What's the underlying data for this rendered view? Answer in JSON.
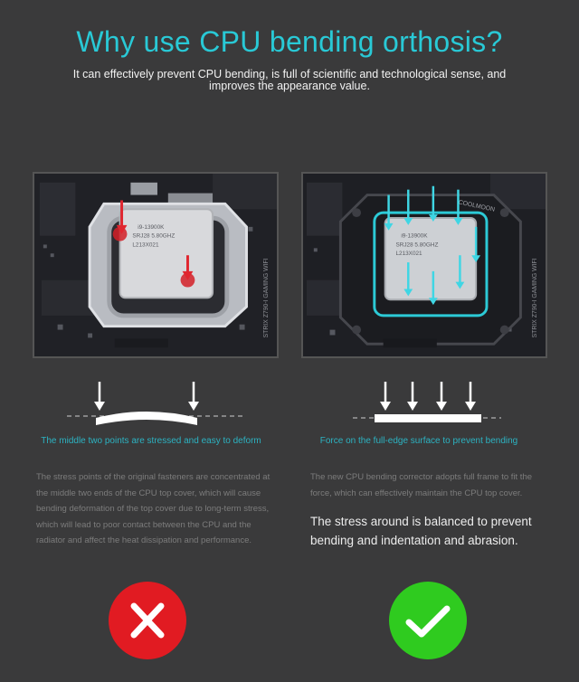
{
  "header": {
    "title": "Why use CPU bending orthosis?",
    "subtitle": "It can effectively prevent CPU bending, is full of scientific and technological sense, and improves the appearance value."
  },
  "left_panel": {
    "photo_chip_text": [
      "i9-13900K",
      "SRJ28 5.80GHZ",
      "L213X021"
    ],
    "board_text": "STRIX Z790-I GAMING WIFI",
    "caption": "The middle two points are stressed and easy to deform",
    "description": "The stress points of the original fasteners are concentrated at the middle two ends of the CPU top cover, which will cause bending deformation of the top cover due to long-term stress, which will lead to poor contact between the CPU and the radiator and affect the heat dissipation and performance."
  },
  "right_panel": {
    "photo_chip_text": [
      "i9-13900K",
      "SRJ28 5.80GHZ",
      "L213X021"
    ],
    "board_text": "STRIX Z790-I GAMING WIFI",
    "frame_brand": "COOLMOON",
    "caption": "Force on the full-edge surface to prevent bending",
    "description": "The new CPU bending corrector adopts full frame to fit the force, which can effectively maintain the CPU top cover.",
    "description_strong": "The stress around is balanced to prevent bending and indentation and abrasion."
  },
  "colors": {
    "background": "#3a3a3b",
    "accent": "#29c9d6",
    "bad": "#e11b22",
    "good": "#2fcb1f"
  },
  "icons": {
    "bad": "cross-icon",
    "good": "check-icon"
  }
}
